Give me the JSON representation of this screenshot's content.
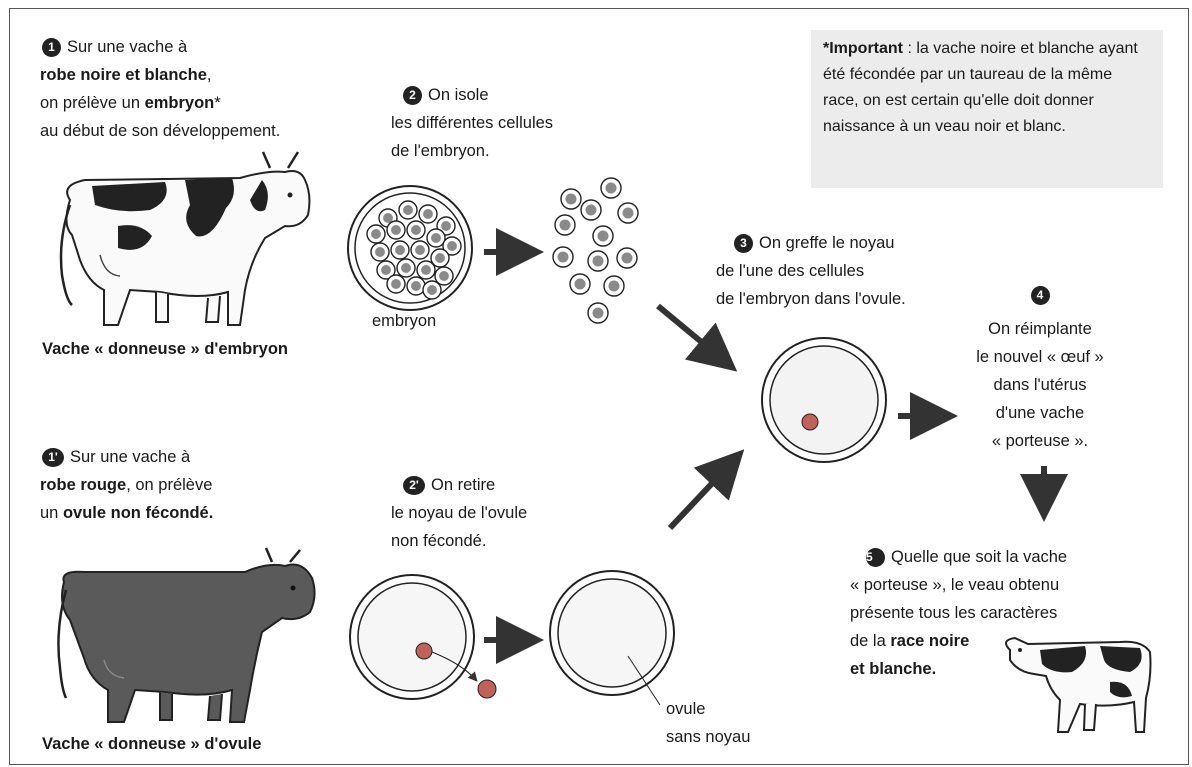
{
  "step1": {
    "number": "1",
    "line1": "Sur une vache à",
    "line2_bold": "robe noire et blanche",
    "line2_end": ",",
    "line3_start": "on prélève un ",
    "line3_bold": "embryon",
    "line3_end": "*",
    "line4": "au début de son développement."
  },
  "donor_embryo_caption": "Vache « donneuse » d'embryon",
  "step1b": {
    "number": "1'",
    "line1": "Sur une vache à",
    "line2_bold": "robe rouge",
    "line2_end": ", on prélève",
    "line3_start": "un ",
    "line3_bold": "ovule non fécondé."
  },
  "donor_ovum_caption": "Vache « donneuse » d'ovule",
  "step2": {
    "number": "2",
    "line1": "On isole",
    "line2": "les différentes cellules",
    "line3": "de l'embryon."
  },
  "embryo_label": "embryon",
  "step2b": {
    "number": "2'",
    "line1": "On retire",
    "line2": "le noyau de l'ovule",
    "line3": "non fécondé."
  },
  "ovum_label": {
    "line1": "ovule",
    "line2": "sans noyau"
  },
  "step3": {
    "number": "3",
    "line1": "On greffe le noyau",
    "line2": "de l'une des cellules",
    "line3": "de l'embryon dans l'ovule."
  },
  "step4": {
    "number": "4",
    "line1": "On réimplante",
    "line2": "le nouvel « œuf »",
    "line3": "dans l'utérus",
    "line4": "d'une vache",
    "line5": "« porteuse »."
  },
  "step5": {
    "number": "5",
    "line1": "Quelle que soit la vache",
    "line2": "« porteuse », le veau obtenu",
    "line3": "présente tous les caractères",
    "line4_start": "de la ",
    "line4_bold": "race noire",
    "line5_bold": "et blanche."
  },
  "note": {
    "star": "*",
    "title_bold": "Important",
    "text": " : la vache noire et blanche ayant été fécondée par un taureau de la même race, on est certain qu'elle doit donner naissance à un veau noir et blanc."
  },
  "colors": {
    "nucleus": "#c0625a",
    "cell_fill": "#8a8a8a",
    "red_cow": "#5a5a5a",
    "note_bg": "#ececec"
  }
}
